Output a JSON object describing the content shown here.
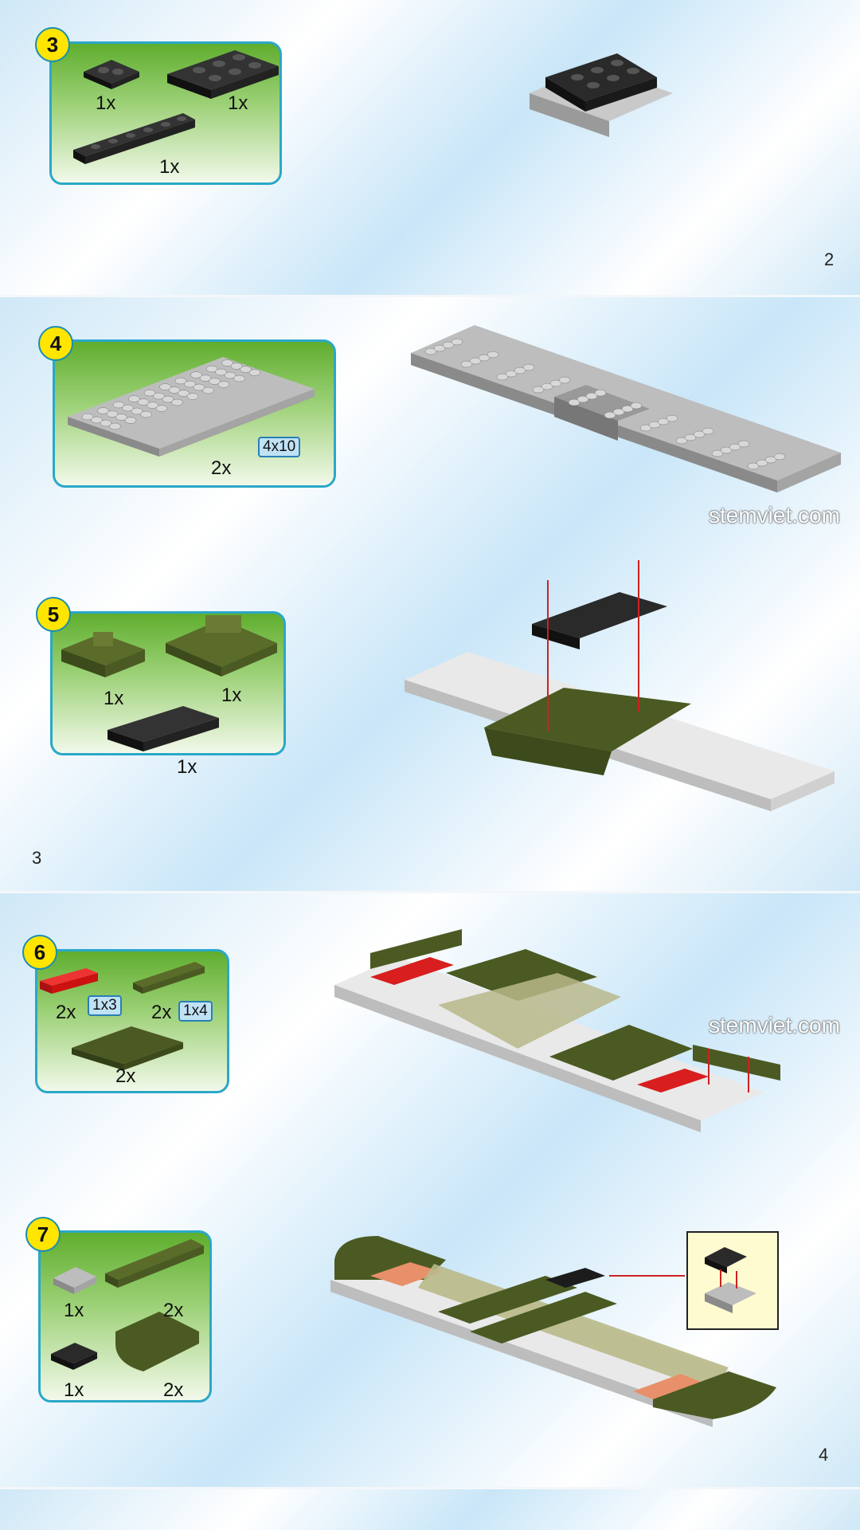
{
  "pages": [
    {
      "number": "2"
    },
    {
      "number": "3"
    },
    {
      "number": "4"
    }
  ],
  "watermark": "stemviet.com",
  "steps": [
    {
      "step": "3",
      "labels": [
        "1x",
        "1x",
        "1x"
      ]
    },
    {
      "step": "4",
      "labels": [
        "2x"
      ],
      "size": "4x10"
    },
    {
      "step": "5",
      "labels": [
        "1x",
        "1x",
        "1x"
      ]
    },
    {
      "step": "6",
      "labels": [
        "2x",
        "2x",
        "2x"
      ],
      "sizes": [
        "1x3",
        "1x4"
      ]
    },
    {
      "step": "7",
      "labels": [
        "1x",
        "2x",
        "1x",
        "2x"
      ]
    }
  ],
  "colors": {
    "black_brick": "#1c1c1c",
    "gray_brick": "#c8c8c8",
    "white_brick": "#ececec",
    "olive_brick": "#4a5a22",
    "tan_brick": "#b9b98a",
    "red_brick": "#d81e1e",
    "salmon_brick": "#e8906a",
    "badge": "#ffe500"
  }
}
